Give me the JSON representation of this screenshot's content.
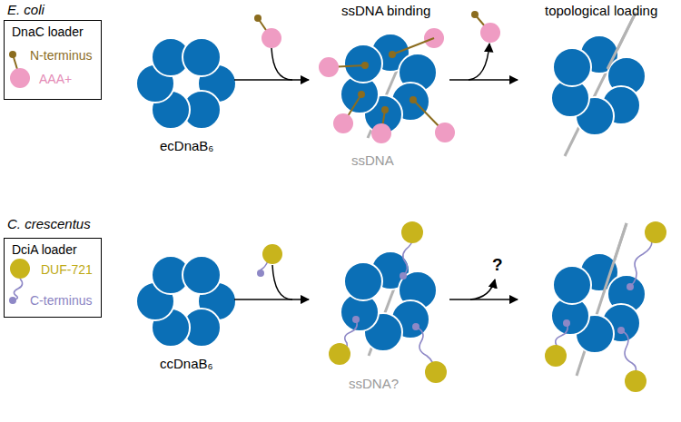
{
  "diagram": {
    "nodes": [
      {
        "text": [
          "DnaC loader",
          "N-terminus",
          "AAA+"
        ]
      },
      {
        "text": [
          "DciA loader",
          "DUF-721",
          "C-terminus"
        ]
      }
    ],
    "labels": [
      "E. coli",
      "ecDnaB₆",
      "ssDNA binding",
      "ssDNA",
      "topological loading",
      "C. crescentus",
      "ccDnaB₆",
      "ssDNA?",
      "?"
    ]
  }
}
